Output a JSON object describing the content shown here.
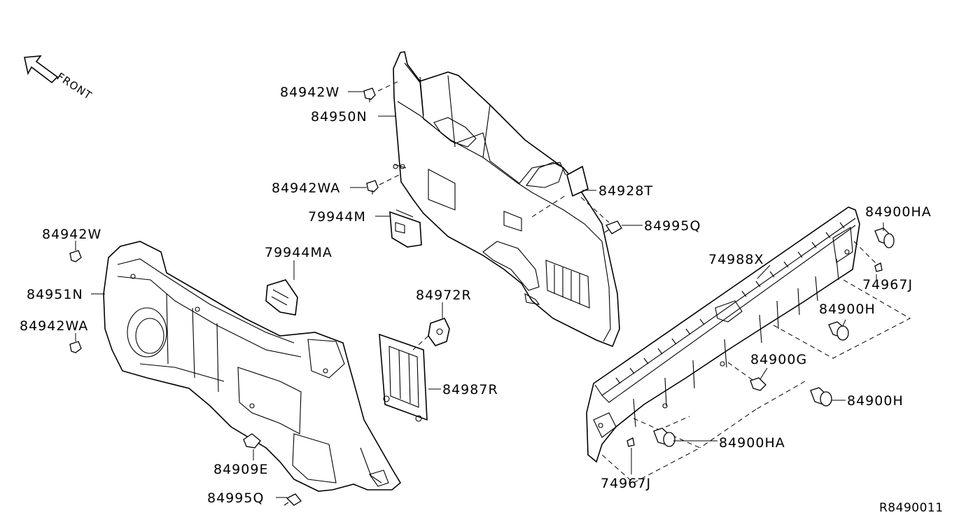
{
  "front_label": "FRONT",
  "reference_code": "R8490011",
  "parts": [
    {
      "key": "p84942W_top",
      "text": "84942W"
    },
    {
      "key": "p84950N",
      "text": "84950N"
    },
    {
      "key": "p84942WA_top",
      "text": "84942WA"
    },
    {
      "key": "p79944M",
      "text": "79944M"
    },
    {
      "key": "p84928T",
      "text": "84928T"
    },
    {
      "key": "p84995Q_top",
      "text": "84995Q"
    },
    {
      "key": "p84900HA_top",
      "text": "84900HA"
    },
    {
      "key": "p74988X",
      "text": "74988X"
    },
    {
      "key": "p74967J_right",
      "text": "74967J"
    },
    {
      "key": "p84900H_upper",
      "text": "84900H"
    },
    {
      "key": "p84900G",
      "text": "84900G"
    },
    {
      "key": "p84900H_lower",
      "text": "84900H"
    },
    {
      "key": "p84900HA_bottom",
      "text": "84900HA"
    },
    {
      "key": "p74967J_bottom",
      "text": "74967J"
    },
    {
      "key": "p84942W_left",
      "text": "84942W"
    },
    {
      "key": "p79944MA",
      "text": "79944MA"
    },
    {
      "key": "p84951N",
      "text": "84951N"
    },
    {
      "key": "p84942WA_left",
      "text": "84942WA"
    },
    {
      "key": "p84972R",
      "text": "84972R"
    },
    {
      "key": "p84987R",
      "text": "84987R"
    },
    {
      "key": "p84909E",
      "text": "84909E"
    },
    {
      "key": "p84995Q_bottom",
      "text": "84995Q"
    }
  ]
}
